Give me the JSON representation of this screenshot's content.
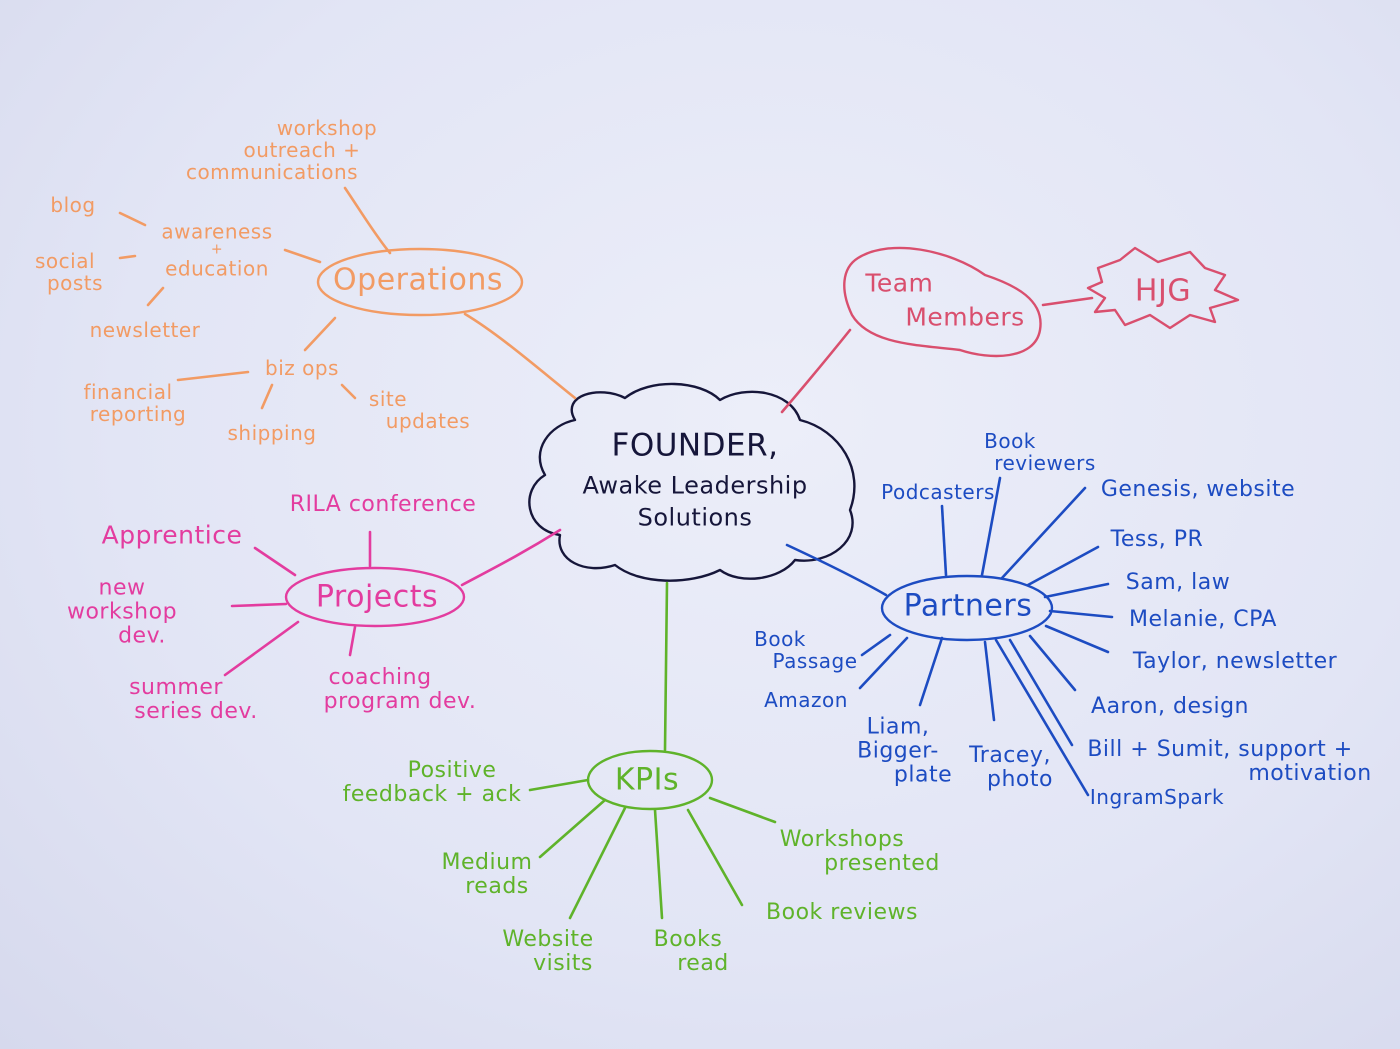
{
  "palette": {
    "operations": "#f29b64",
    "team": "#d94f6e",
    "projects": "#e33c9f",
    "kpis": "#5fb32a",
    "partners": "#1d4cc2",
    "center": "#16163a"
  },
  "center": {
    "line1": "FOUNDER,",
    "line2": "Awake Leadership",
    "line3": "Solutions"
  },
  "operations": {
    "label": "Operations",
    "outreach": [
      "workshop",
      "outreach +",
      "communications"
    ],
    "awareness": [
      "awareness",
      "+",
      "education"
    ],
    "blog": "blog",
    "social": [
      "social",
      "posts"
    ],
    "newsletter": "newsletter",
    "bizops": "biz ops",
    "financial": [
      "financial",
      "reporting"
    ],
    "shipping": "shipping",
    "site": [
      "site",
      "updates"
    ]
  },
  "team": {
    "label": [
      "Team",
      "Members"
    ],
    "hjg": "HJG"
  },
  "projects": {
    "label": "Projects",
    "rila": "RILA conference",
    "apprentice": "Apprentice",
    "workshop": [
      "new",
      "workshop",
      "dev."
    ],
    "summer": [
      "summer",
      "series dev."
    ],
    "coaching": [
      "coaching",
      "program dev."
    ]
  },
  "kpis": {
    "label": "KPIs",
    "positive": [
      "Positive",
      "feedback + ack"
    ],
    "medium": [
      "Medium",
      "reads"
    ],
    "website": [
      "Website",
      "visits"
    ],
    "books": [
      "Books",
      "read"
    ],
    "reviews": "Book reviews",
    "workshops": [
      "Workshops",
      "presented"
    ]
  },
  "partners": {
    "label": "Partners",
    "podcasters": "Podcasters",
    "reviewers": [
      "Book",
      "reviewers"
    ],
    "genesis": "Genesis, website",
    "tess": "Tess, PR",
    "sam": "Sam, law",
    "melanie": "Melanie, CPA",
    "taylor": "Taylor, newsletter",
    "aaron": "Aaron, design",
    "bill": [
      "Bill + Sumit, support +",
      "motivation"
    ],
    "ingram": "IngramSpark",
    "tracey": [
      "Tracey,",
      "photo"
    ],
    "liam": [
      "Liam,",
      "Bigger-",
      "plate"
    ],
    "amazon": "Amazon",
    "passage": [
      "Book",
      "Passage"
    ]
  }
}
